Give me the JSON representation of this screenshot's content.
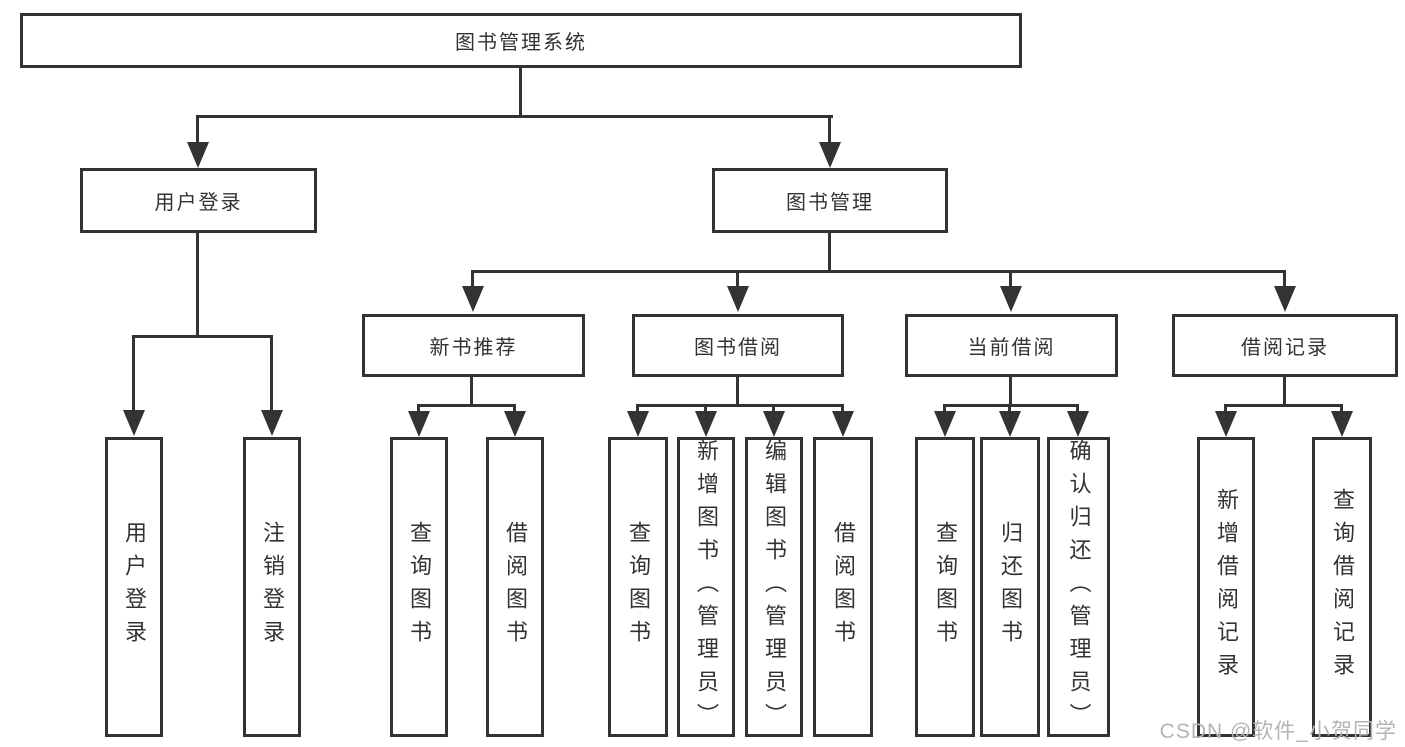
{
  "colors": {
    "line": "#333333",
    "text": "#333333",
    "background": "#ffffff",
    "watermark_gray": "#b4b4b4"
  },
  "diagram": {
    "root": {
      "label": "图书管理系统"
    },
    "level1": {
      "user_login": {
        "label": "用户登录"
      },
      "book_management": {
        "label": "图书管理"
      }
    },
    "level2": {
      "new_book_recommend": {
        "label": "新书推荐"
      },
      "book_borrow": {
        "label": "图书借阅"
      },
      "current_borrow": {
        "label": "当前借阅"
      },
      "borrow_record": {
        "label": "借阅记录"
      }
    },
    "leaves": {
      "user_login_leaf": {
        "label": "用户登录"
      },
      "logout": {
        "label": "注销登录"
      },
      "nb_query_book": {
        "label": "查询图书"
      },
      "nb_borrow_book": {
        "label": "借阅图书"
      },
      "bb_query_book": {
        "label": "查询图书"
      },
      "bb_add_book": {
        "label": "新增图书（管理员）"
      },
      "bb_edit_book": {
        "label": "编辑图书（管理员）"
      },
      "bb_borrow_book": {
        "label": "借阅图书"
      },
      "cb_query_book": {
        "label": "查询图书"
      },
      "cb_return_book": {
        "label": "归还图书"
      },
      "cb_confirm_return": {
        "label": "确认归还（管理员）"
      },
      "br_add_record": {
        "label": "新增借阅记录"
      },
      "br_query_record": {
        "label": "查询借阅记录"
      }
    }
  },
  "watermark": {
    "text": "CSDN @软件_小贺同学"
  }
}
